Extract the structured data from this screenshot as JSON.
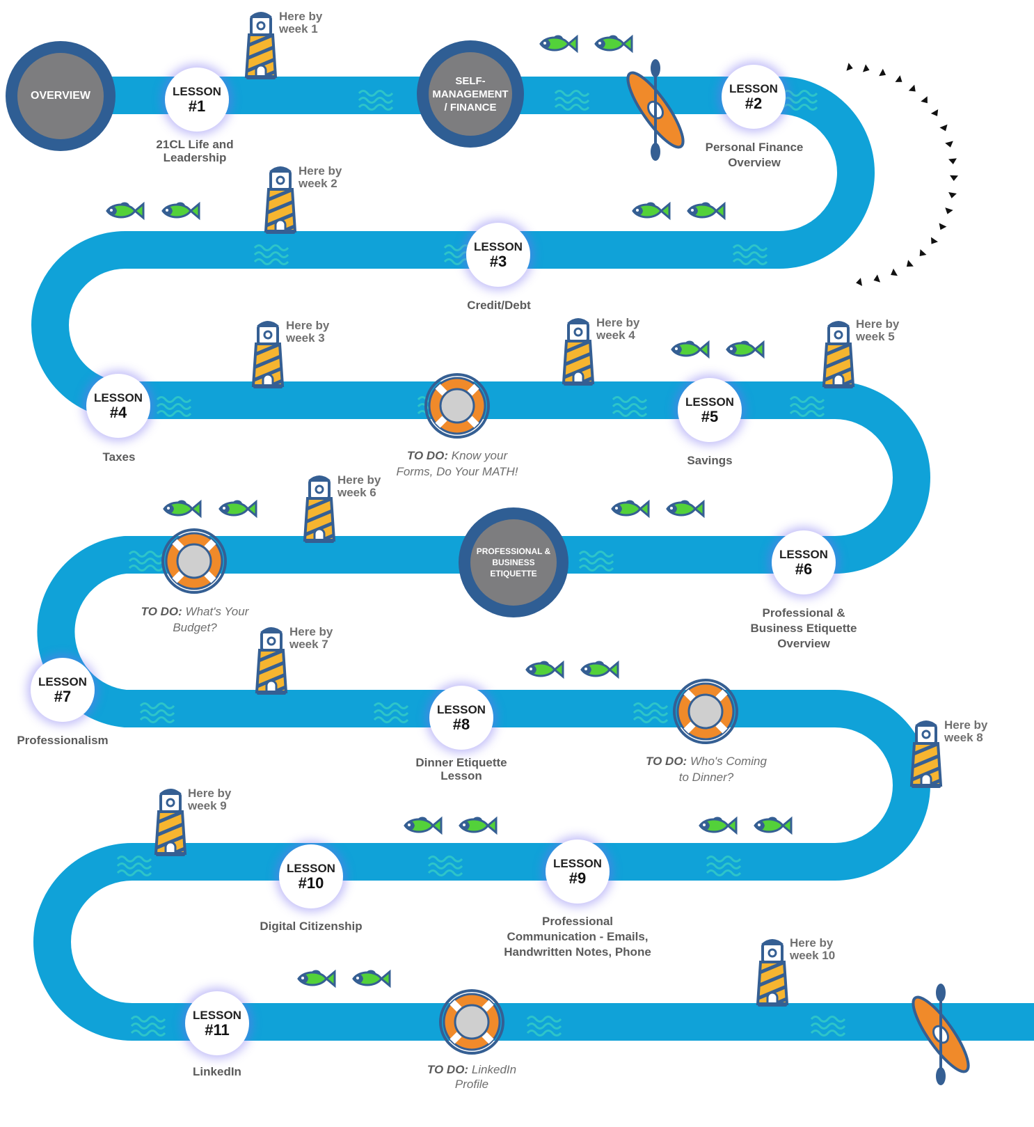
{
  "hubs": {
    "overview": "OVERVIEW",
    "self_management": [
      "SELF-",
      "MANAGEMENT",
      "/ FINANCE"
    ],
    "professional": [
      "PROFESSIONAL &",
      "BUSINESS",
      "ETIQUETTE"
    ]
  },
  "lessons": [
    {
      "label": "LESSON",
      "num": "#1",
      "topic": "21CL Life and\nLeadership"
    },
    {
      "label": "LESSON",
      "num": "#2",
      "topic": "Personal Finance\nOverview"
    },
    {
      "label": "LESSON",
      "num": "#3",
      "topic": "Credit/Debt"
    },
    {
      "label": "LESSON",
      "num": "#4",
      "topic": "Taxes"
    },
    {
      "label": "LESSON",
      "num": "#5",
      "topic": "Savings"
    },
    {
      "label": "LESSON",
      "num": "#6",
      "topic": "Professional &\nBusiness Etiquette\nOverview"
    },
    {
      "label": "LESSON",
      "num": "#7",
      "topic": "Professionalism"
    },
    {
      "label": "LESSON",
      "num": "#8",
      "topic": "Dinner Etiquette\nLesson"
    },
    {
      "label": "LESSON",
      "num": "#9",
      "topic": "Professional\nCommunication - Emails,\nHandwritten Notes, Phone"
    },
    {
      "label": "LESSON",
      "num": "#10",
      "topic": "Digital Citizenship"
    },
    {
      "label": "LESSON",
      "num": "#11",
      "topic": "LinkedIn"
    }
  ],
  "milestones": [
    "Here by\nweek 1",
    "Here by\nweek 2",
    "Here by\nweek 3",
    "Here by\nweek 4",
    "Here by\nweek 5",
    "Here by\nweek 6",
    "Here by\nweek 7",
    "Here by\nweek 8",
    "Here by\nweek 9",
    "Here by\nweek 10"
  ],
  "todos": [
    {
      "prefix": "TO DO:",
      "text": "Know your\nForms, Do Your MATH!"
    },
    {
      "prefix": "TO DO:",
      "text": "What's Your\nBudget?"
    },
    {
      "prefix": "TO DO:",
      "text": "Who's Coming\nto Dinner?"
    },
    {
      "prefix": "TO DO:",
      "text": "LinkedIn\nProfile"
    }
  ],
  "colors": {
    "river": "#10a2d8",
    "waves": "#2ec4c9",
    "hub_ring": "#2f5e94",
    "hub_core": "#7d7d7f",
    "lighthouse_body": "#f6b530",
    "outline": "#355f93",
    "life_ring": "#f08a2a",
    "fish_body": "#53d13a",
    "kayak": "#f08a2a"
  },
  "icons": [
    "lighthouse-icon",
    "fish-icon",
    "kayak-icon",
    "life-ring-icon",
    "waves-icon",
    "arrow-icon"
  ]
}
